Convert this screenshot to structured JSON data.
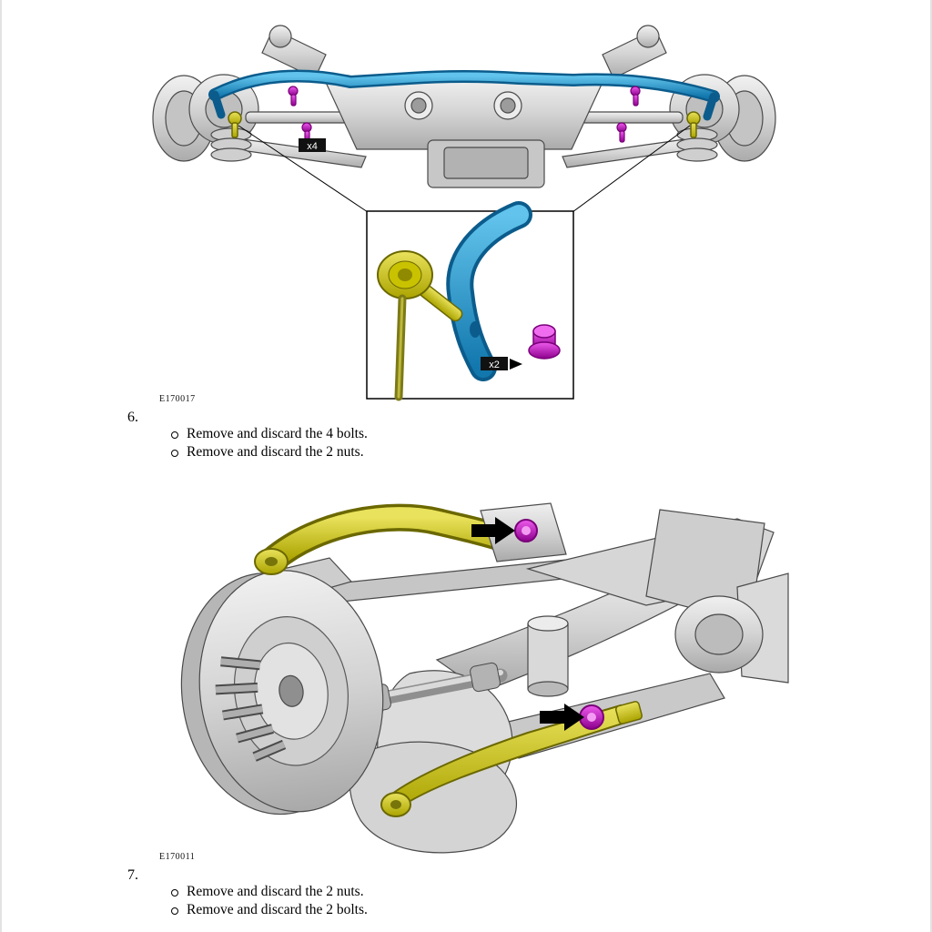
{
  "page": {
    "background": "#ffffff"
  },
  "figure1": {
    "code": "E170017",
    "label_x4": "x4",
    "label_x2": "x2",
    "highlight_colors": {
      "stabilizer_bar": "#2b9fd8",
      "link": "#cfc400",
      "nut": "#c928c9"
    }
  },
  "step6": {
    "number": "6.",
    "items": [
      "Remove and discard the 4 bolts.",
      "Remove and discard the 2 nuts."
    ]
  },
  "figure2": {
    "code": "E170011",
    "highlight_colors": {
      "control_arms": "#cfc400",
      "nuts": "#c928c9",
      "arrows": "#000000"
    }
  },
  "step7": {
    "number": "7.",
    "items": [
      "Remove and discard the 2 nuts.",
      "Remove and discard the 2 bolts."
    ]
  }
}
